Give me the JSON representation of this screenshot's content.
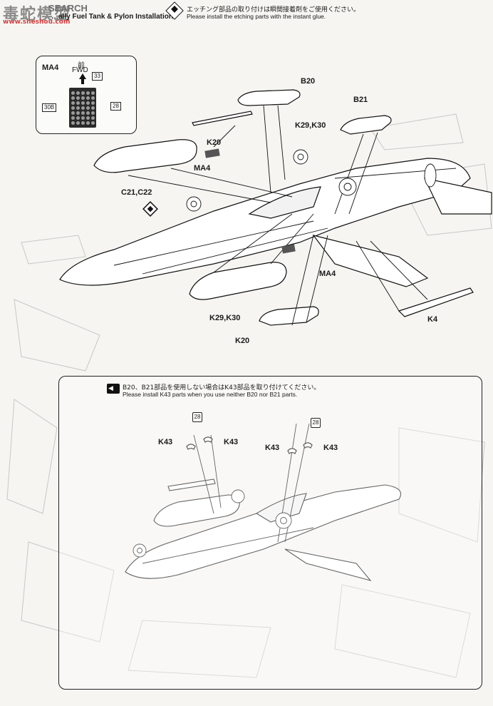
{
  "watermark": {
    "cn": "毒蛇模型",
    "url": "www.sheshou.com",
    "search": "SEARCH"
  },
  "step_title": "…ally Fuel Tank & Pylon Installation",
  "etching": {
    "jp": "エッチング部品の取り付けは瞬間接着剤をご使用ください。",
    "en": "Please install the etching parts with the instant glue."
  },
  "ma4_box": {
    "label": "MA4",
    "fwd_jp": "前",
    "fwd_en": "FWD",
    "num_top": "33",
    "num_left": "30B",
    "num_right": "28"
  },
  "callouts": {
    "b20": "B20",
    "b21": "B21",
    "k29k30_top": "K29,K30",
    "k20_top": "K20",
    "ma4_top": "MA4",
    "c21c22": "C21,C22",
    "ma4_mid": "MA4",
    "k29k30_low": "K29,K30",
    "k20_low": "K20",
    "k4": "K4"
  },
  "notice": {
    "jp": "B20、B21部品を使用しない場合はK43部品を取り付けてください。",
    "en": "Please install K43 parts when you use neither B20 nor B21 parts."
  },
  "inset": {
    "num_a": "28",
    "num_b": "28",
    "k43_1": "K43",
    "k43_2": "K43",
    "k43_3": "K43",
    "k43_4": "K43"
  },
  "colors": {
    "ink": "#1a1a1a",
    "paper": "#f6f5f2",
    "ghost": "#c9c9c9"
  }
}
